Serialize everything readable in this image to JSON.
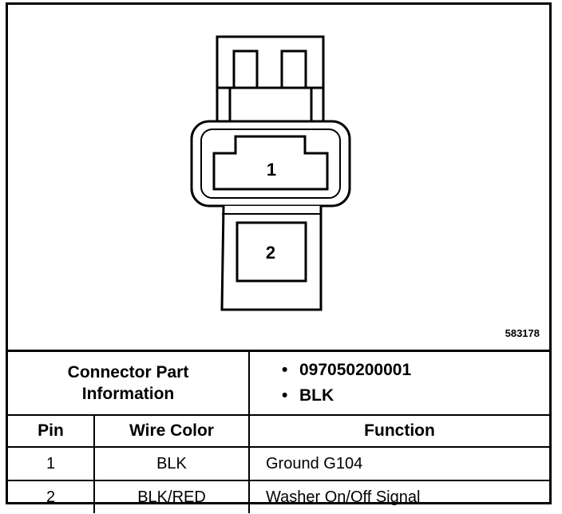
{
  "diagram": {
    "pin_labels": [
      "1",
      "2"
    ],
    "figure_id": "583178"
  },
  "table": {
    "part_info_label_line1": "Connector Part",
    "part_info_label_line2": "Information",
    "part_numbers": [
      "097050200001",
      "BLK"
    ],
    "bullet": "•",
    "headers": {
      "pin": "Pin",
      "wire_color": "Wire Color",
      "function": "Function"
    },
    "rows": [
      {
        "pin": "1",
        "wire_color": "BLK",
        "function": "Ground G104"
      },
      {
        "pin": "2",
        "wire_color": "BLK/RED",
        "function": "Washer On/Off Signal"
      }
    ]
  }
}
